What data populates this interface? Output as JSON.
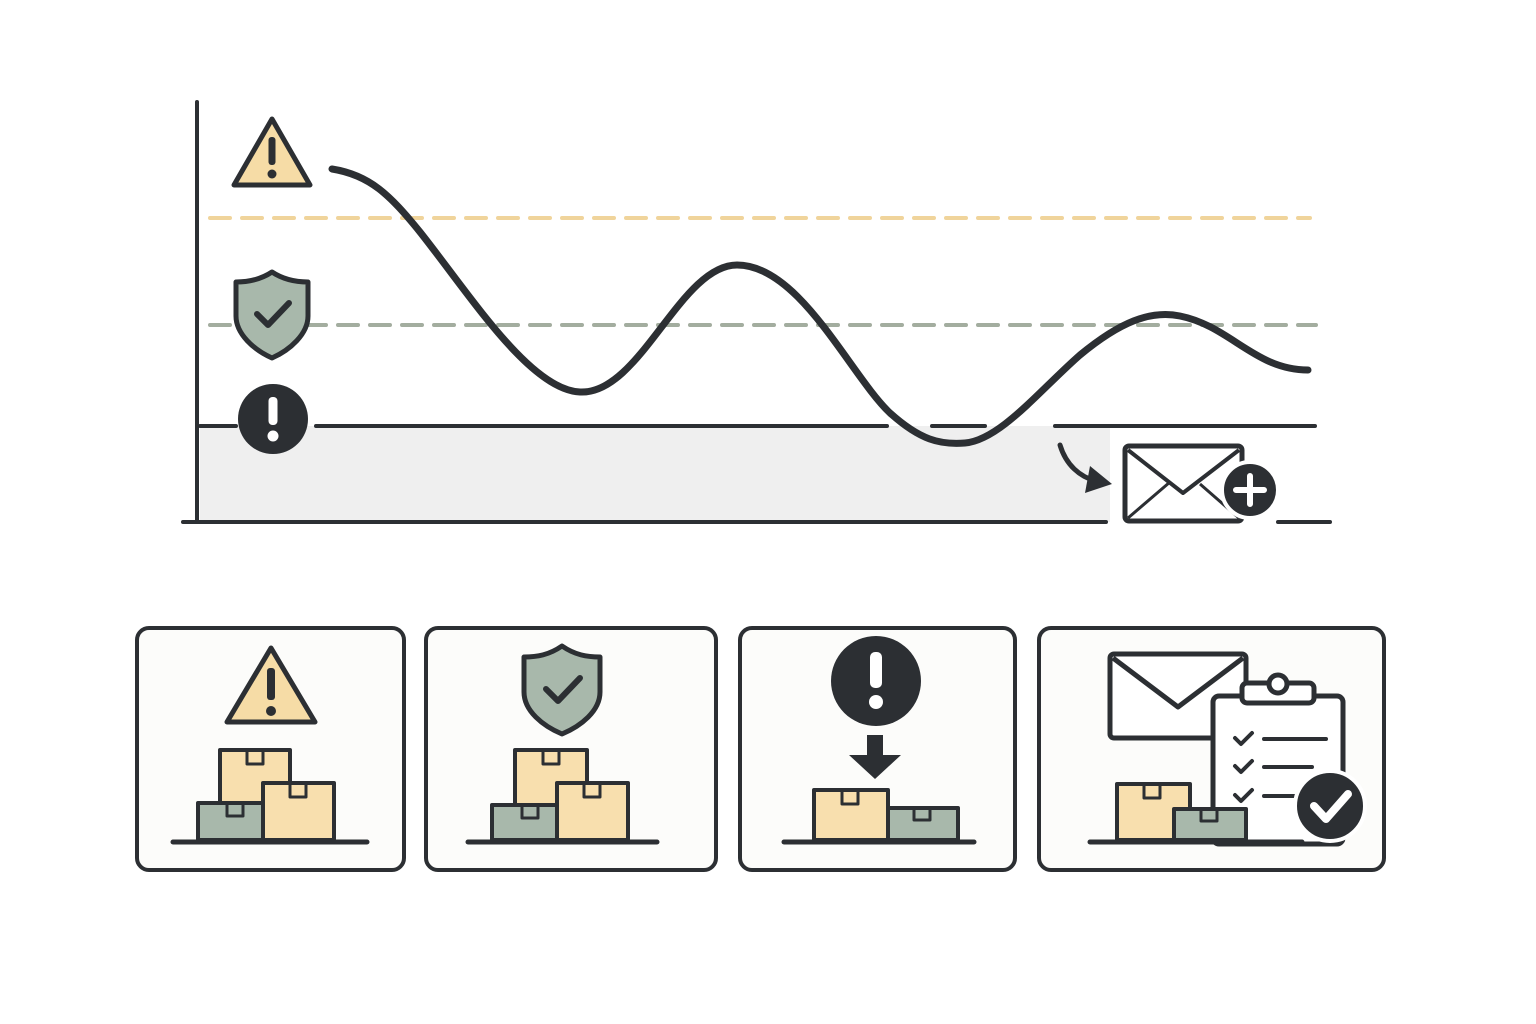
{
  "colors": {
    "ink": "#2c2f33",
    "warning": "#f6dca6",
    "safe": "#a8b8ab",
    "critical_zone": "#efefef",
    "panel": "#fcfcfa",
    "box_light": "#f8dfae",
    "box_dark": "#a8b8ab"
  },
  "icons": {
    "warning": "warning-triangle-icon",
    "safe": "shield-check-icon",
    "critical": "exclamation-circle-icon",
    "reorder": "envelope-plus-icon",
    "fulfilled": "clipboard-check-icon"
  },
  "chart_data": {
    "type": "line",
    "levels": [
      "warning",
      "safe",
      "critical"
    ],
    "series": [
      {
        "values": [
          0.86,
          0.8,
          0.38,
          0.35,
          0.6,
          0.58,
          0.15,
          0.1,
          0.22,
          0.43,
          0.37
        ]
      }
    ]
  },
  "stages": [
    {
      "icon": "warning-triangle-icon"
    },
    {
      "icon": "shield-check-icon"
    },
    {
      "icon": "exclamation-circle-icon"
    },
    {
      "icon": "envelope-clipboard-check-icon"
    }
  ]
}
